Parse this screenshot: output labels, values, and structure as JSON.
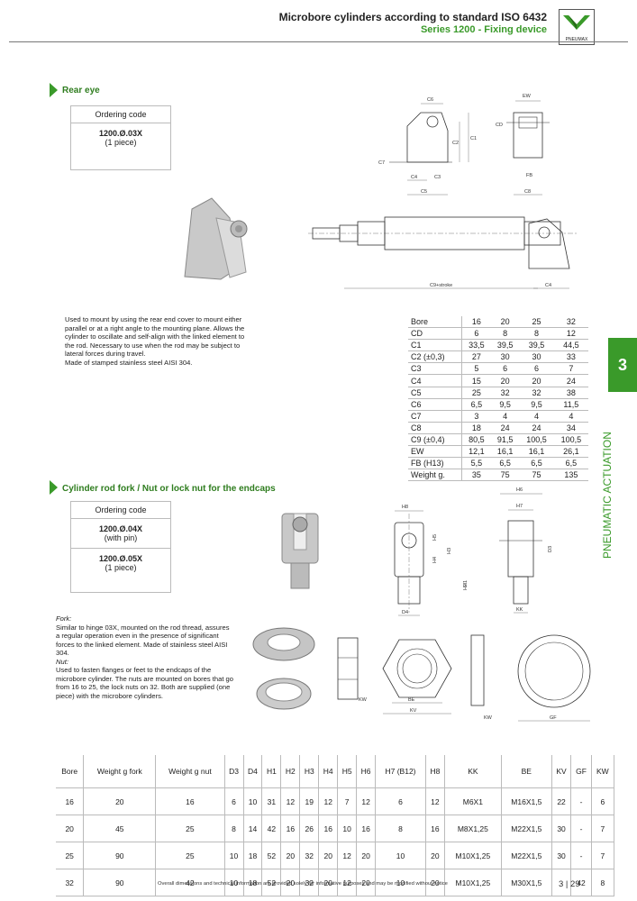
{
  "header": {
    "title": "Microbore cylinders according to standard ISO 6432",
    "subtitle": "Series 1200 - Fixing device",
    "logo_text": "PNEUMAX"
  },
  "section_rear": {
    "title": "Rear eye",
    "ordering_label": "Ordering code",
    "code": "1200.Ø.03X",
    "code_note": "(1 piece)",
    "description": "Used to mount by using the rear end cover to mount either parallel or at a right angle to the mounting plane. Allows the cylinder to oscillate and self-align with the linked element to the rod. Necessary to use when the rod may be subject to lateral forces during travel.",
    "material": "Made of stamped stainless steel AISI 304.",
    "dims": {
      "c6": "C6",
      "c1": "C1",
      "c2": "C2",
      "c7": "C7",
      "c4": "C4",
      "c3": "C3",
      "c5": "C5",
      "ew": "EW",
      "cd": "CD",
      "fb": "FB",
      "c8": "C8",
      "c9": "C9+stroke",
      "c4b": "C4"
    },
    "spec_table": {
      "header": [
        "Bore",
        "16",
        "20",
        "25",
        "32"
      ],
      "rows": [
        [
          "CD",
          "6",
          "8",
          "8",
          "12"
        ],
        [
          "C1",
          "33,5",
          "39,5",
          "39,5",
          "44,5"
        ],
        [
          "C2 (±0,3)",
          "27",
          "30",
          "30",
          "33"
        ],
        [
          "C3",
          "5",
          "6",
          "6",
          "7"
        ],
        [
          "C4",
          "15",
          "20",
          "20",
          "24"
        ],
        [
          "C5",
          "25",
          "32",
          "32",
          "38"
        ],
        [
          "C6",
          "6,5",
          "9,5",
          "9,5",
          "11,5"
        ],
        [
          "C7",
          "3",
          "4",
          "4",
          "4"
        ],
        [
          "C8",
          "18",
          "24",
          "24",
          "34"
        ],
        [
          "C9 (±0,4)",
          "80,5",
          "91,5",
          "100,5",
          "100,5"
        ],
        [
          "EW",
          "12,1",
          "16,1",
          "16,1",
          "26,1"
        ],
        [
          "FB (H13)",
          "5,5",
          "6,5",
          "6,5",
          "6,5"
        ],
        [
          "Weight g.",
          "35",
          "75",
          "75",
          "135"
        ]
      ]
    }
  },
  "section_fork": {
    "title": "Cylinder rod fork / Nut or lock nut for the endcaps",
    "ordering_label": "Ordering code",
    "code1": "1200.Ø.04X",
    "code1_note": "(with pin)",
    "code2": "1200.Ø.05X",
    "code2_note": "(1 piece)",
    "fork_heading": "Fork:",
    "fork_text": "Similar to hinge 03X, mounted on the rod thread, assures a regular operation even in the presence of significant forces to the linked element. Made of stainless steel AISI 304.",
    "nut_heading": "Nut:",
    "nut_text": "Used to fasten flanges or feet to the endcaps of the microbore cylinder. The nuts are mounted on bores that go from 16 to 25, the lock nuts on 32. Both are supplied (one piece) with the microbore cylinders.",
    "dims": {
      "h8": "H8",
      "h6": "H6",
      "h7": "H7",
      "h5": "H5",
      "h3": "H3",
      "h4": "H4",
      "h1": "H1",
      "h2": "H2",
      "d3": "D3",
      "d4": "D4",
      "kk": "KK",
      "kw": "KW",
      "be": "BE",
      "kv": "KV",
      "kw2": "KW",
      "gf": "GF"
    }
  },
  "main_table": {
    "headers": [
      "Bore",
      "Weight g fork",
      "Weight g nut",
      "D3",
      "D4",
      "H1",
      "H2",
      "H3",
      "H4",
      "H5",
      "H6",
      "H7 (B12)",
      "H8",
      "KK",
      "BE",
      "KV",
      "GF",
      "KW"
    ],
    "rows": [
      [
        "16",
        "20",
        "16",
        "6",
        "10",
        "31",
        "12",
        "19",
        "12",
        "7",
        "12",
        "6",
        "12",
        "M6X1",
        "M16X1,5",
        "22",
        "-",
        "6"
      ],
      [
        "20",
        "45",
        "25",
        "8",
        "14",
        "42",
        "16",
        "26",
        "16",
        "10",
        "16",
        "8",
        "16",
        "M8X1,25",
        "M22X1,5",
        "30",
        "-",
        "7"
      ],
      [
        "25",
        "90",
        "25",
        "10",
        "18",
        "52",
        "20",
        "32",
        "20",
        "12",
        "20",
        "10",
        "20",
        "M10X1,25",
        "M22X1,5",
        "30",
        "-",
        "7"
      ],
      [
        "32",
        "90",
        "42",
        "10",
        "18",
        "52",
        "20",
        "32",
        "20",
        "12",
        "20",
        "10",
        "20",
        "M10X1,25",
        "M30X1,5",
        "-",
        "42",
        "8"
      ]
    ]
  },
  "side": {
    "tab_number": "3",
    "label": "PNEUMATIC ACTUATION"
  },
  "footer": {
    "note": "Overall dimensions and technical information are provided solely for informative purposes and may be modified without notice",
    "page": "3 | 29"
  },
  "colors": {
    "accent": "#3a9a2a"
  }
}
